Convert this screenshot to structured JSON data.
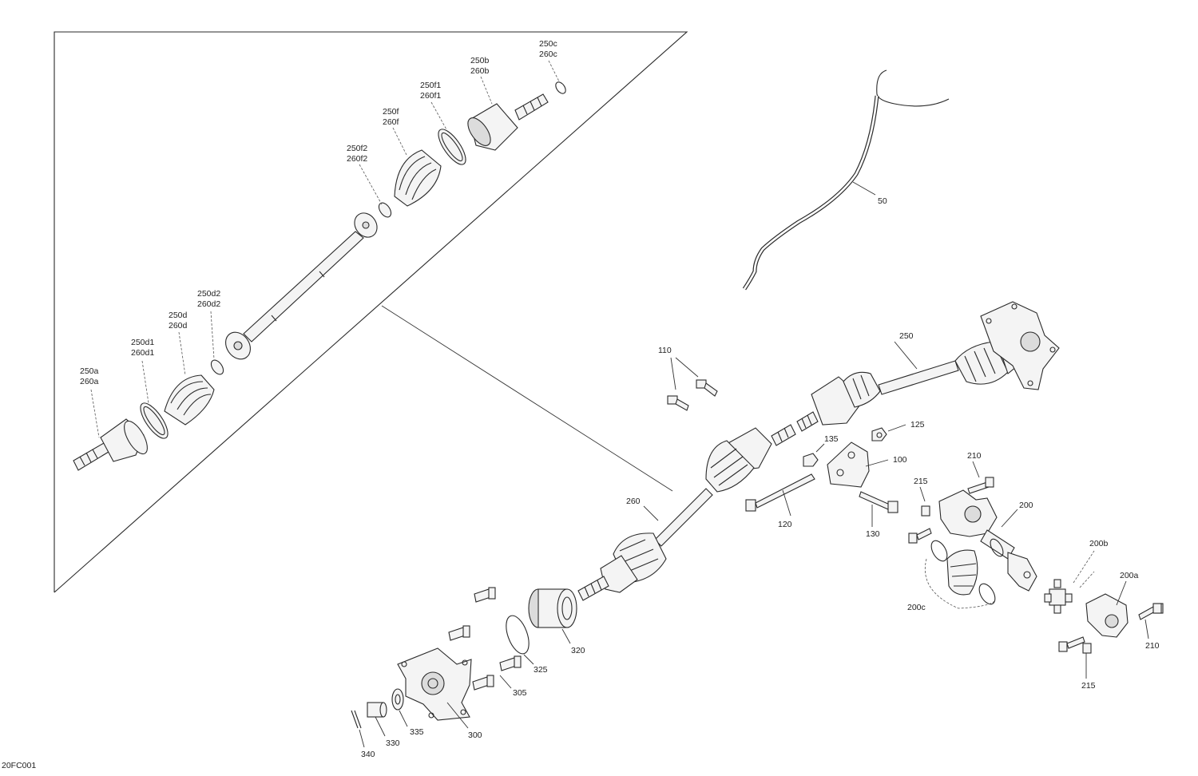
{
  "diagram_id": "20FC001",
  "labels": {
    "250c": "250c",
    "260c": "260c",
    "250b": "250b",
    "260b": "260b",
    "250f1": "250f1",
    "260f1": "260f1",
    "250f": "250f",
    "260f": "260f",
    "250f2": "250f2",
    "260f2": "260f2",
    "250d2": "250d2",
    "260d2": "260d2",
    "250d": "250d",
    "260d": "260d",
    "250d1": "250d1",
    "260d1": "260d1",
    "250a": "250a",
    "260a": "260a",
    "50": "50",
    "110": "110",
    "250": "250",
    "125": "125",
    "135": "135",
    "100": "100",
    "260": "260",
    "120": "120",
    "130": "130",
    "210a": "210",
    "215a": "215",
    "200": "200",
    "200b": "200b",
    "200a": "200a",
    "200c": "200c",
    "210b": "210",
    "215b": "215",
    "320": "320",
    "325": "325",
    "305": "305",
    "335": "335",
    "330": "330",
    "300": "300",
    "340": "340"
  }
}
